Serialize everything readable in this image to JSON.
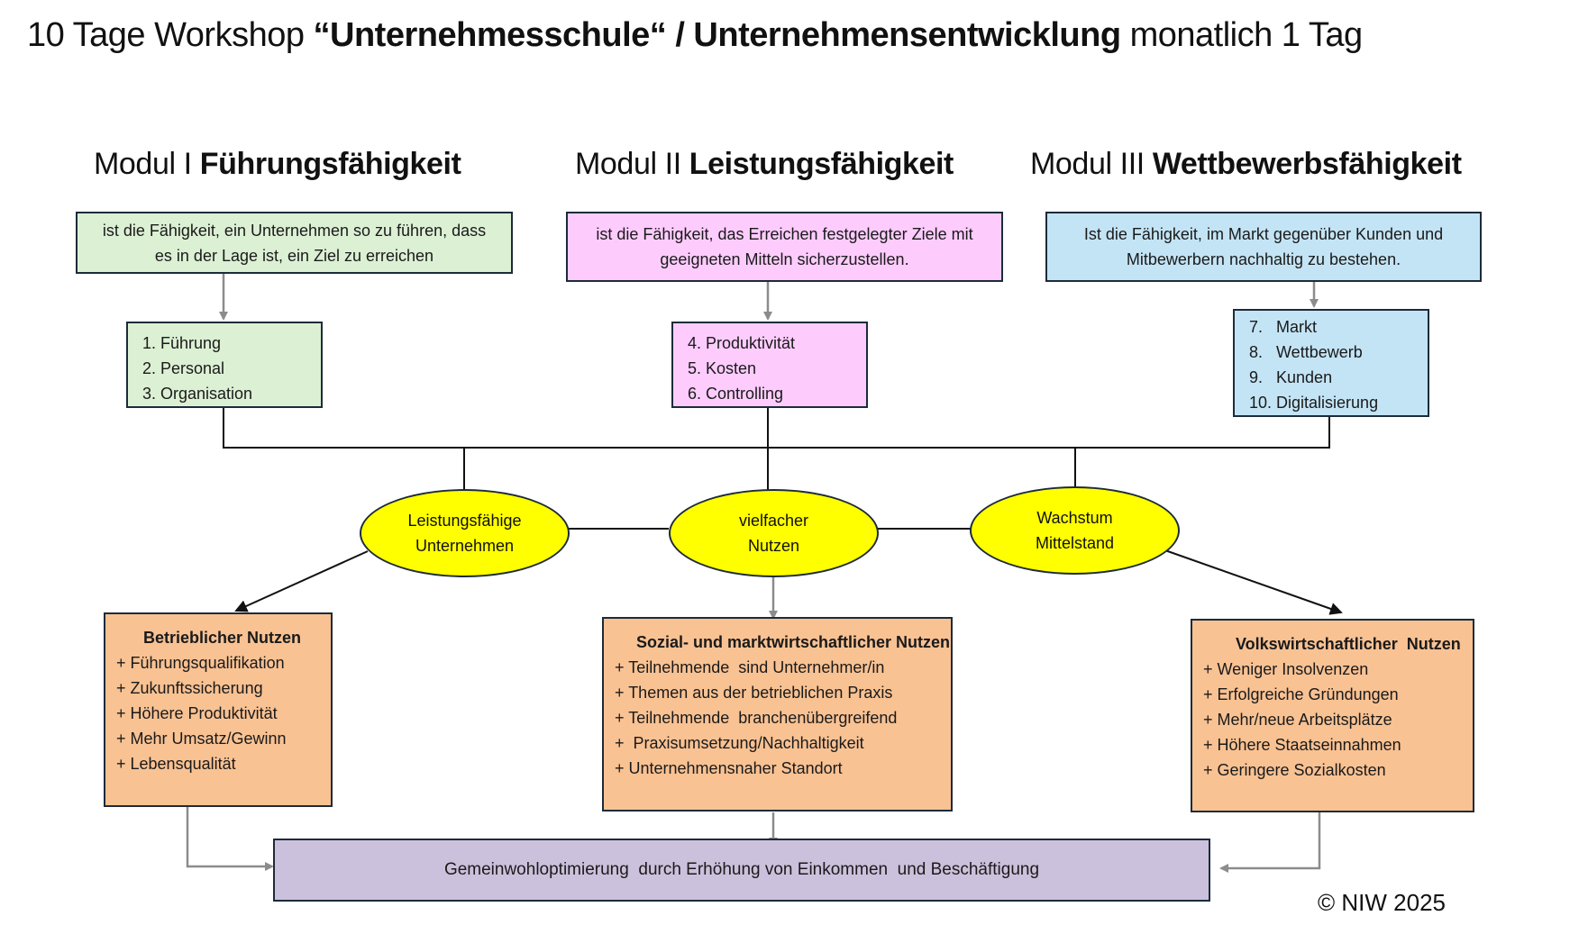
{
  "title": {
    "prefix": "10 Tage Workshop ",
    "bold1": "“Unternehmesschule“ / Unternehmensentwicklung",
    "suffix": " monatlich 1 Tag"
  },
  "modules": [
    {
      "heading_prefix": "Modul I ",
      "heading_bold": "Führungsfähigkeit",
      "definition": [
        "ist die Fähigkeit, ein Unternehmen so zu führen, dass",
        "es in der Lage ist, ein Ziel zu erreichen"
      ],
      "topics": [
        "1. Führung",
        "2. Personal",
        "3. Organisation"
      ],
      "color": "#dcf0d4"
    },
    {
      "heading_prefix": "Modul II ",
      "heading_bold": "Leistungsfähigkeit",
      "definition": [
        "ist die Fähigkeit, das Erreichen festgelegter Ziele mit",
        "geeigneten Mitteln sicherzustellen."
      ],
      "topics": [
        "4. Produktivität",
        "5. Kosten",
        "6. Controlling"
      ],
      "color": "#fdccfd"
    },
    {
      "heading_prefix": "Modul III ",
      "heading_bold": "Wettbewerbsfähigkeit",
      "definition": [
        "Ist die Fähigkeit, im Markt gegenüber Kunden und",
        "Mitbewerbern nachhaltig zu bestehen."
      ],
      "topics": [
        "7.   Markt",
        "8.   Wettbewerb",
        "9.   Kunden",
        "10. Digitalisierung"
      ],
      "color": "#c3e4f5"
    }
  ],
  "outcomes": [
    {
      "lines": [
        "Leistungsfähige",
        "Unternehmen"
      ]
    },
    {
      "lines": [
        "vielfacher",
        "Nutzen"
      ]
    },
    {
      "lines": [
        "Wachstum",
        "Mittelstand"
      ]
    }
  ],
  "outcome_color": "#ffff00",
  "benefits": [
    {
      "heading": "Betrieblicher Nutzen",
      "items": [
        "+ Führungsqualifikation",
        "+ Zukunftssicherung",
        "+ Höhere Produktivität",
        "+ Mehr Umsatz/Gewinn",
        "+ Lebensqualität"
      ]
    },
    {
      "heading": "Sozial- und marktwirtschaftlicher Nutzen",
      "items": [
        "+ Teilnehmende  sind Unternehmer/in",
        "+ Themen aus der betrieblichen Praxis",
        "+ Teilnehmende  branchenübergreifend",
        "+  Praxisumsetzung/Nachhaltigkeit",
        "+ Unternehmensnaher Standort"
      ]
    },
    {
      "heading": "Volkswirtschaftlicher  Nutzen",
      "items": [
        "+ Weniger Insolvenzen",
        "+ Erfolgreiche Gründungen",
        "+ Mehr/neue Arbeitsplätze",
        "+ Höhere Staatseinnahmen",
        "+ Geringere Sozialkosten"
      ]
    }
  ],
  "benefit_color": "#f9c293",
  "goal": "Gemeinwohloptimierung  durch Erhöhung von Einkommen  und Beschäftigung",
  "goal_color": "#ccc1dc",
  "copyright": "© NIW 2025"
}
